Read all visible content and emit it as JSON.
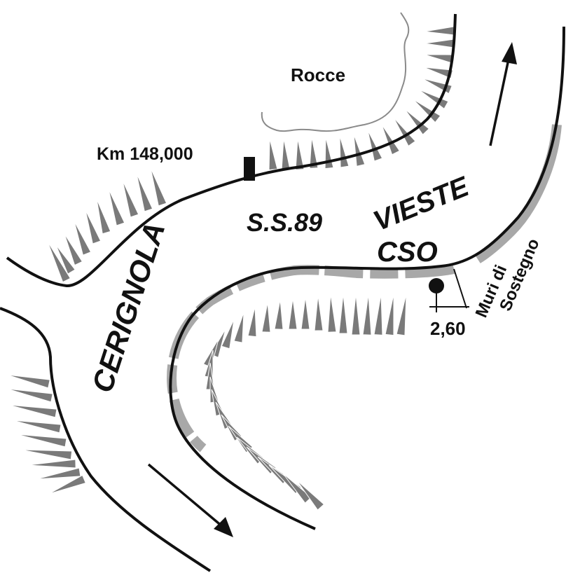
{
  "labels": {
    "rocks": "Rocce",
    "km_marker": "Km 148,000",
    "road_code": "S.S.89",
    "direction_vieste": "VIESTE",
    "direction_cso": "CSO",
    "direction_cerignola": "CERIGNOLA",
    "retaining_walls": "Muri di Sostegno",
    "distance": "2,60"
  },
  "colors": {
    "road_edge": "#111111",
    "slope_hatch": "#7a7a7a",
    "wall": "#a8a8a8",
    "rock_outline": "#8a8a8a"
  }
}
